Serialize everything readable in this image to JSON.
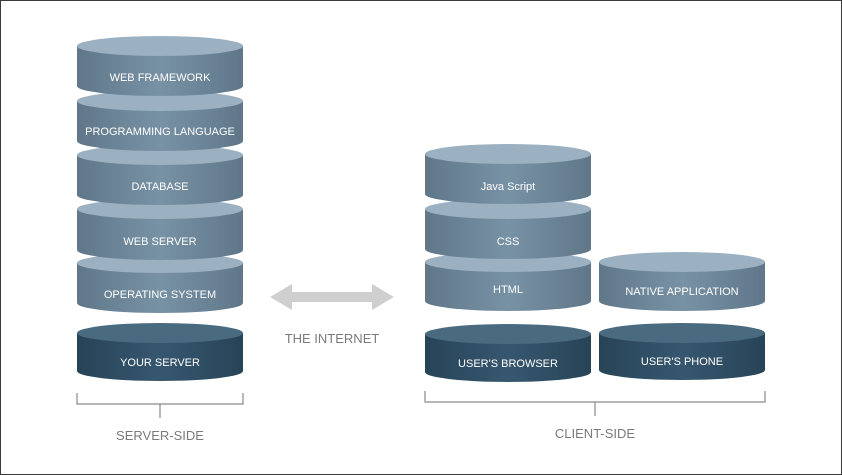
{
  "server": {
    "layers": [
      "WEB FRAMEWORK",
      "PROGRAMMING LANGUAGE",
      "DATABASE",
      "WEB SERVER",
      "OPERATING SYSTEM"
    ],
    "base": "YOUR SERVER",
    "side_label": "SERVER-SIDE"
  },
  "internet_label": "THE INTERNET",
  "client": {
    "browser_layers": [
      "Java Script",
      "CSS",
      "HTML"
    ],
    "browser_base": "USER'S BROWSER",
    "phone_layers": [
      "NATIVE APPLICATION"
    ],
    "phone_base": "USER'S PHONE",
    "side_label": "CLIENT-SIDE"
  },
  "colors": {
    "layer_top": "#8fa6b8",
    "layer_body": "#6c8496",
    "base_top": "#3f5e72",
    "base_body": "#2f4c5f",
    "arrow": "#cfcfcf",
    "label": "#7a7a7a",
    "bracket": "#8a8a8a"
  }
}
